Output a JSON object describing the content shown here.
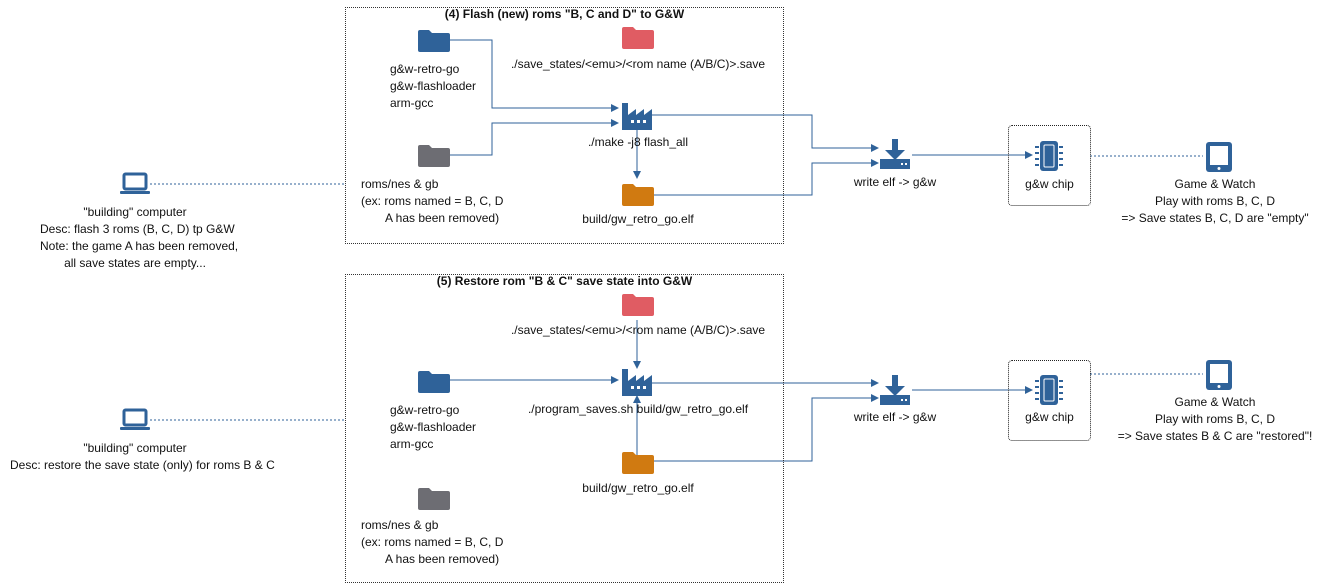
{
  "colors": {
    "blue": "#2f6299",
    "gray": "#6d6d73",
    "red": "#e05c63",
    "orange": "#d07a11",
    "line": "#2f6299"
  },
  "section1": {
    "title": "(4) Flash (new) roms \"B, C and D\" to G&W",
    "computer_lines": [
      "\"building\" computer",
      "Desc: flash 3 roms (B, C, D) tp G&W",
      "Note: the game A has been removed,",
      "all save states are empty..."
    ],
    "repo_lines": [
      "g&w-retro-go",
      "g&w-flashloader",
      "arm-gcc"
    ],
    "roms_lines": [
      "roms/nes & gb",
      "(ex: roms named = B, C, D",
      "A has been removed)"
    ],
    "save_states": "./save_states/<emu>/<rom name (A/B/C)>.save",
    "build_cmd": "./make -j8 flash_all",
    "elf": "build/gw_retro_go.elf",
    "write": "write elf -> g&w",
    "chip": "g&w chip",
    "gw_lines": [
      "Game & Watch",
      "Play with roms B, C, D",
      "=> Save states B, C, D are \"empty\""
    ]
  },
  "section2": {
    "title": "(5) Restore rom \"B & C\" save state into G&W",
    "computer_lines": [
      "\"building\" computer",
      "Desc: restore the save state (only) for roms B & C"
    ],
    "repo_lines": [
      "g&w-retro-go",
      "g&w-flashloader",
      "arm-gcc"
    ],
    "roms_lines": [
      "roms/nes & gb",
      "(ex: roms named = B, C, D",
      "A has been removed)"
    ],
    "save_states": "./save_states/<emu>/<rom name (A/B/C)>.save",
    "build_cmd": "./program_saves.sh build/gw_retro_go.elf",
    "elf": "build/gw_retro_go.elf",
    "write": "write elf -> g&w",
    "chip": "g&w chip",
    "gw_lines": [
      "Game & Watch",
      "Play with roms B, C, D",
      "=> Save states B & C are \"restored\"!"
    ]
  }
}
